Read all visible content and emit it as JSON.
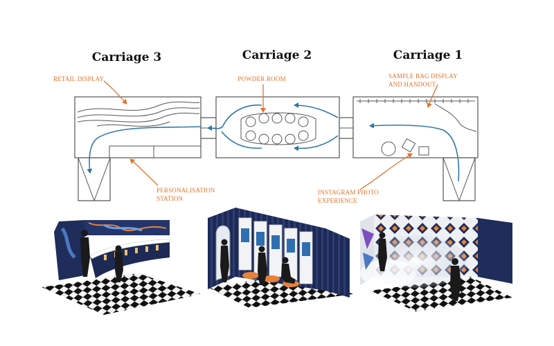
{
  "carriages": [
    {
      "title": "Carriage 3"
    },
    {
      "title": "Carriage 2"
    },
    {
      "title": "Carriage 1"
    }
  ],
  "annotations": {
    "retail_display": "RETAIL DISPLAY",
    "powder_room": "POWDER ROOM",
    "sample_bag_line1": "SAMPLE BAG DISPLAY",
    "sample_bag_line2": "AND HANDOUT",
    "personalisation_line1": "PERSONALISATION",
    "personalisation_line2": "STATION",
    "instagram_line1": "INSTAGRAM PHOTO",
    "instagram_line2": "EXPERIENCE"
  },
  "colors": {
    "annotation": "#e2722a",
    "flow_arrow": "#2f78a8",
    "outline": "#555555",
    "render_navy": "#1f2d5a",
    "render_orange": "#e8823a"
  },
  "icons": [
    "flow-arrow-icon",
    "leader-arrow-icon",
    "person-silhouette-icon"
  ]
}
